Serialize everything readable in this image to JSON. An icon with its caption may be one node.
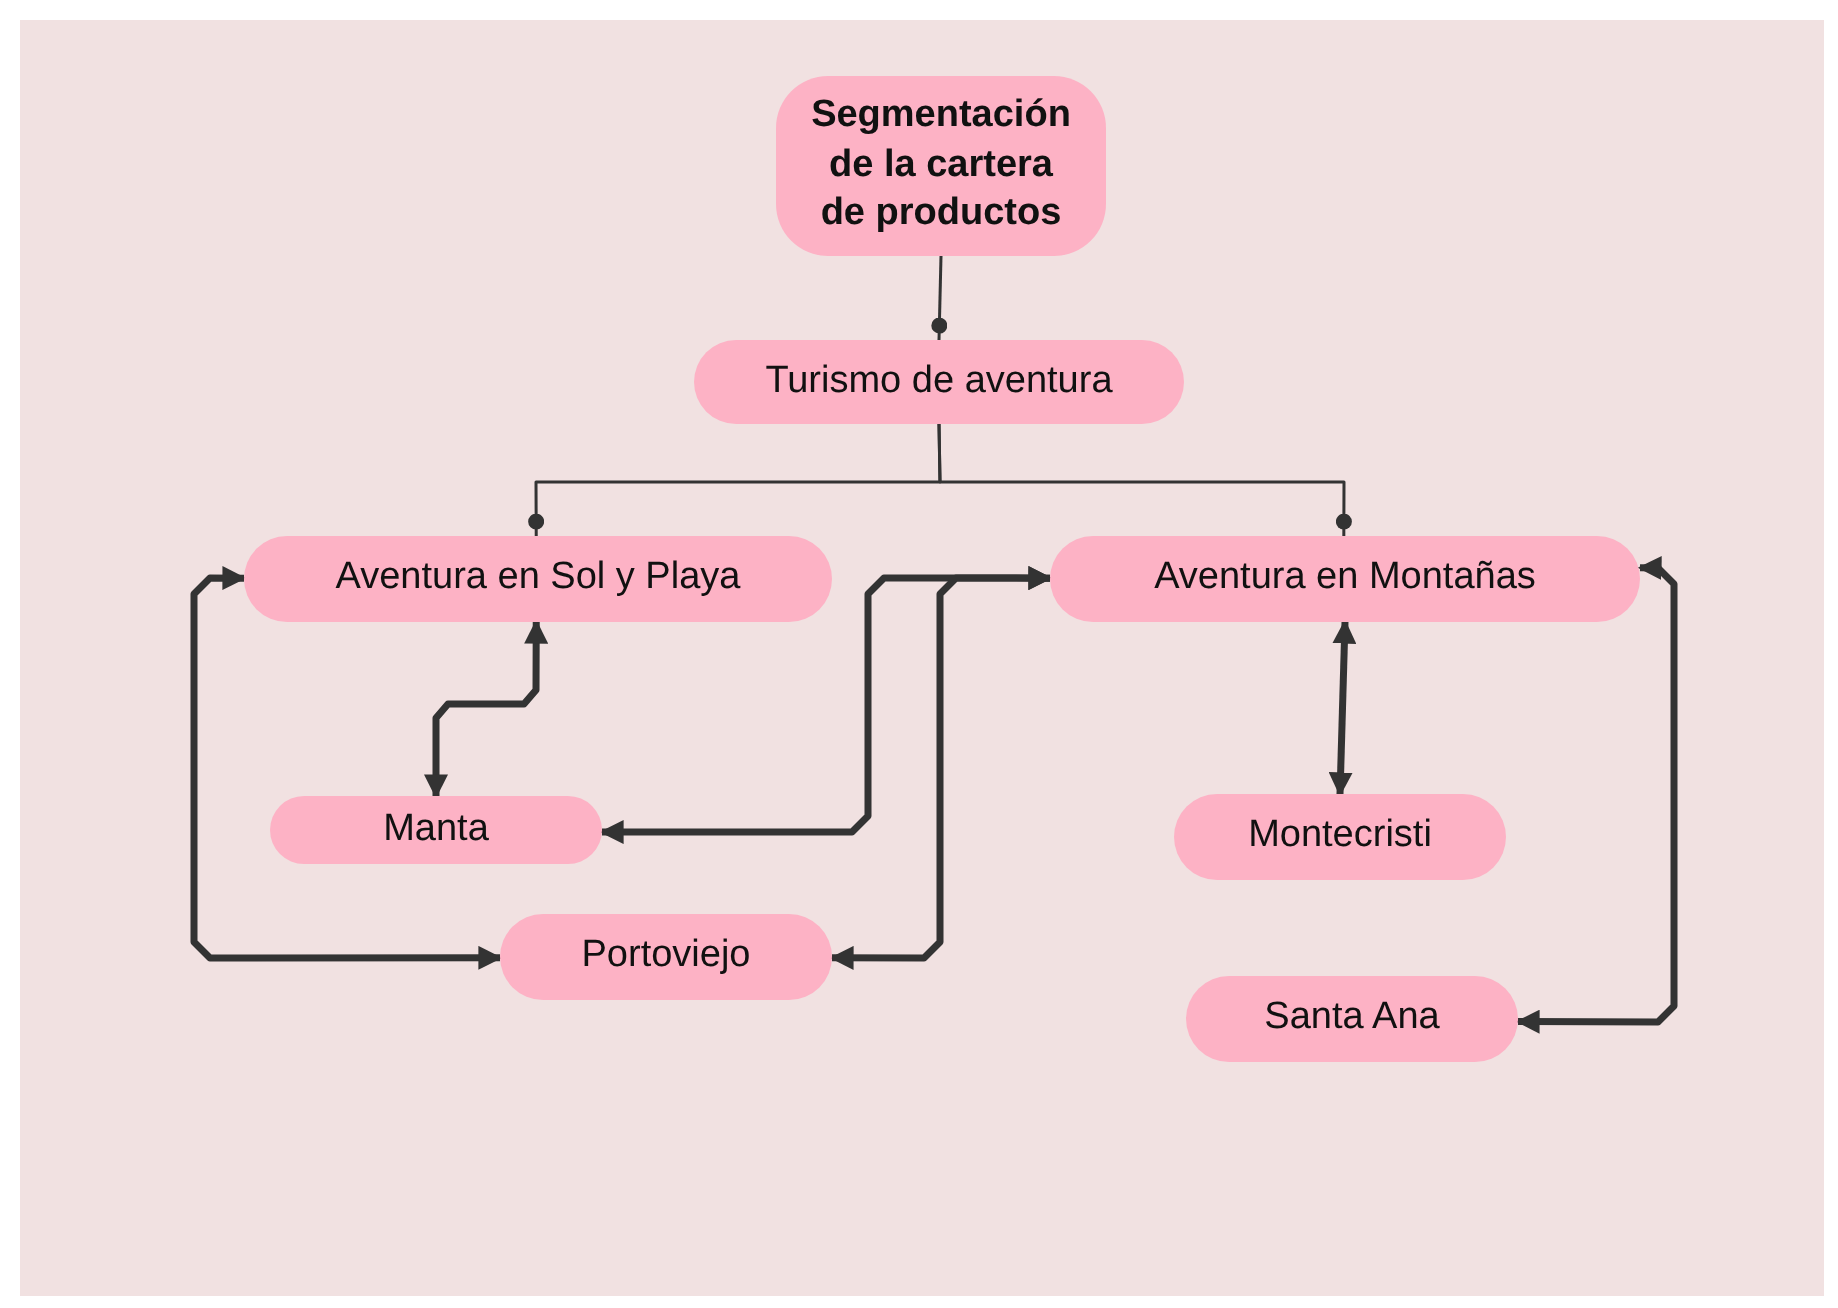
{
  "diagram": {
    "nodes": [
      {
        "text": [
          "Segmentación de la cartera de productos"
        ]
      },
      {
        "text": [
          "Turismo de aventura"
        ]
      },
      {
        "text": [
          "Aventura en Sol y Playa"
        ]
      },
      {
        "text": [
          "Aventura en Montañas"
        ]
      },
      {
        "text": [
          "Manta"
        ]
      },
      {
        "text": [
          "Portoviejo"
        ]
      },
      {
        "text": [
          "Montecristi"
        ]
      },
      {
        "text": [
          "Santa Ana"
        ]
      }
    ],
    "edges": [
      {
        "from": 0,
        "to": 1,
        "arrow": "other"
      },
      {
        "from": 1,
        "to": 2,
        "arrow": "other"
      },
      {
        "from": 1,
        "to": 3,
        "arrow": "other"
      },
      {
        "from": 2,
        "to": 4,
        "arrow": "both"
      },
      {
        "from": 3,
        "to": 4,
        "arrow": "both"
      },
      {
        "from": 3,
        "to": 5,
        "arrow": "both"
      },
      {
        "from": 2,
        "to": 5,
        "arrow": "both"
      },
      {
        "from": 3,
        "to": 6,
        "arrow": "both"
      },
      {
        "from": 3,
        "to": 7,
        "arrow": "both"
      }
    ]
  }
}
